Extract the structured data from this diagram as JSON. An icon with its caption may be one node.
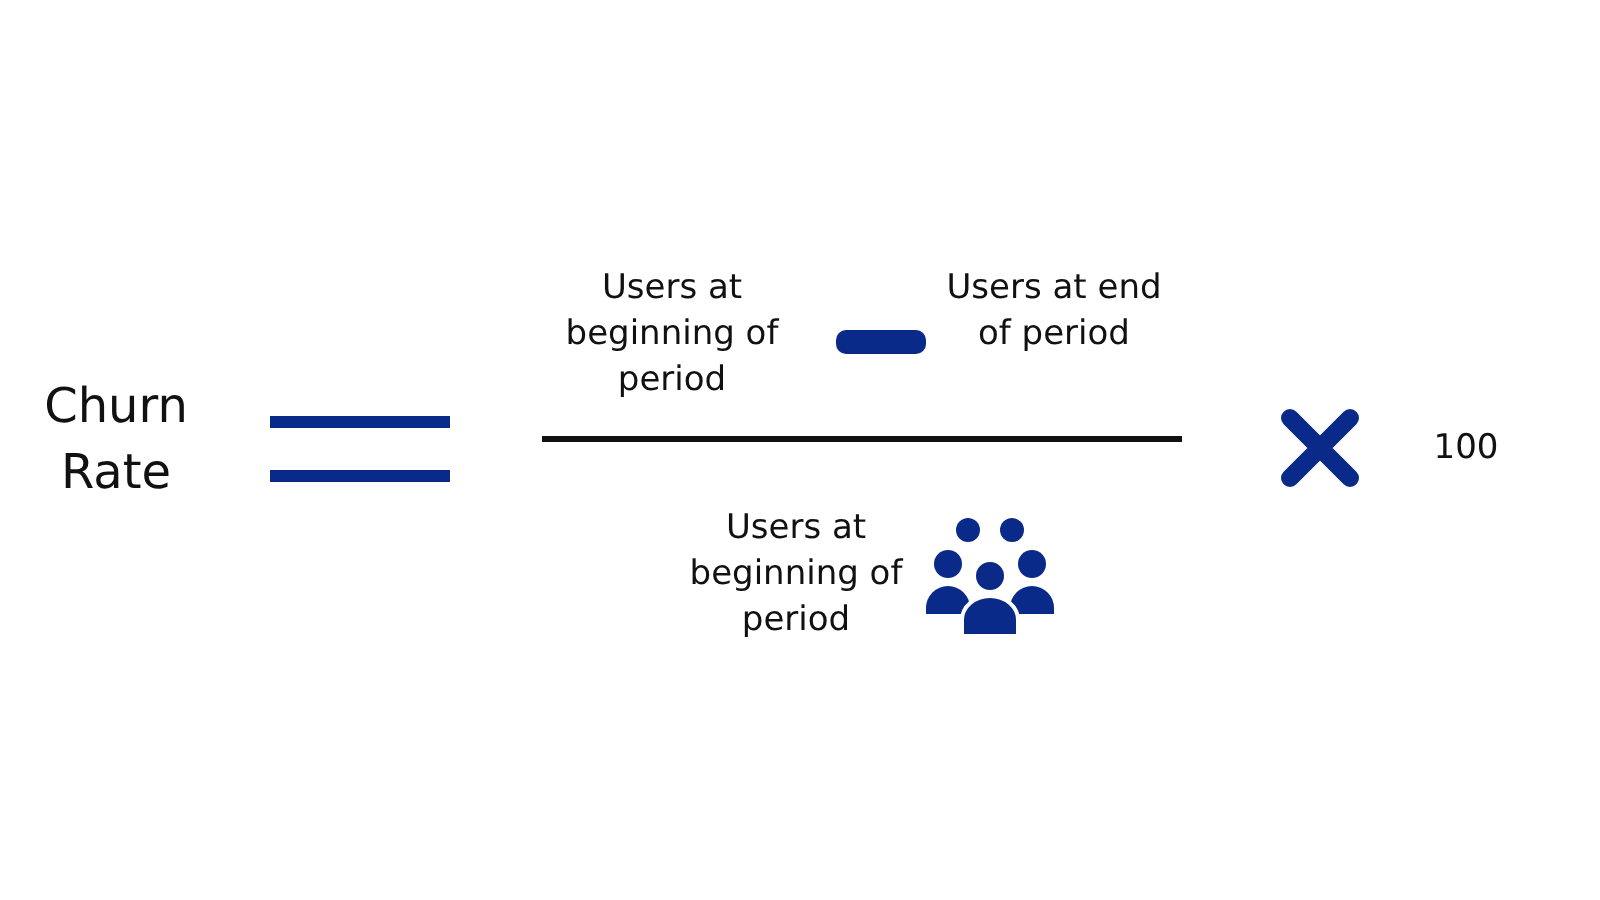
{
  "diagram": {
    "labels": [
      "Users at beginning of period",
      "Users at end of period",
      "Churn Rate",
      "100",
      "Users at beginning of period"
    ]
  }
}
